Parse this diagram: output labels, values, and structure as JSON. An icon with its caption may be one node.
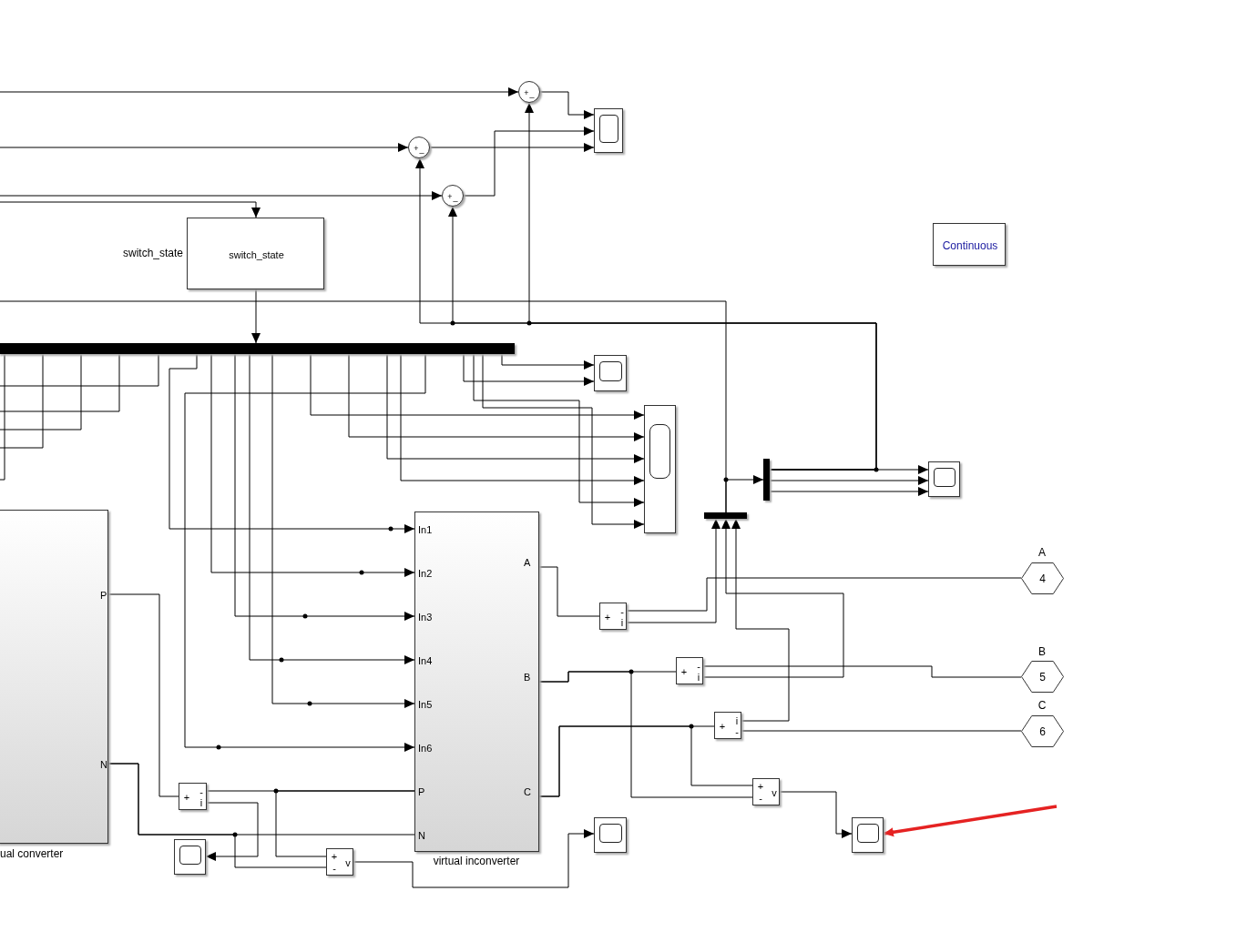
{
  "diagram": {
    "nodes": [
      {
        "text": [
          "+",
          "_"
        ]
      },
      {
        "text": [
          "+",
          "_"
        ]
      },
      {
        "text": [
          "+",
          "_"
        ]
      },
      {
        "text": [],
        "shape": "box"
      },
      {
        "text": [
          "switch_state"
        ],
        "beside": [
          "switch_state"
        ]
      },
      {
        "text": [],
        "shape": "bar"
      },
      {
        "text": [],
        "shape": "box"
      },
      {
        "text": [],
        "shape": "box"
      },
      {
        "text": [],
        "shape": "bar"
      },
      {
        "text": [],
        "shape": "box"
      },
      {
        "text": [],
        "shape": "bar"
      },
      {
        "text": [
          "Continuous"
        ]
      },
      {
        "text": [
          "P",
          "N"
        ],
        "beside": [
          "ual converter"
        ]
      },
      {
        "text": [
          "In1",
          "In2",
          "In3",
          "In4",
          "In5",
          "In6",
          "P",
          "N",
          "A",
          "B",
          "C"
        ],
        "beside": [
          "virtual inconverter"
        ]
      },
      {
        "text": [
          "+",
          "-",
          "i"
        ]
      },
      {
        "text": [
          "+",
          "-",
          "i"
        ]
      },
      {
        "text": [
          "+",
          "i",
          "-"
        ]
      },
      {
        "text": [
          "+",
          "-",
          "v"
        ]
      },
      {
        "text": [],
        "shape": "box"
      },
      {
        "text": [
          "+",
          "-",
          "i"
        ]
      },
      {
        "text": [],
        "shape": "box"
      },
      {
        "text": [
          "+",
          "-",
          "v"
        ]
      },
      {
        "text": [],
        "shape": "box"
      },
      {
        "text": [
          "4"
        ],
        "beside": [
          "A"
        ]
      },
      {
        "text": [
          "5"
        ],
        "beside": [
          "B"
        ]
      },
      {
        "text": [
          "6"
        ],
        "beside": [
          "C"
        ]
      }
    ],
    "edges": [
      {
        "from": null,
        "to": 0,
        "arrow": "to"
      },
      {
        "from": null,
        "to": 1,
        "arrow": "to"
      },
      {
        "from": null,
        "to": 2,
        "arrow": "to"
      },
      {
        "from": null,
        "to": 4,
        "arrow": "to"
      },
      {
        "from": 0,
        "to": 3,
        "arrow": "to"
      },
      {
        "from": 1,
        "to": 3,
        "arrow": "to"
      },
      {
        "from": 2,
        "to": 3,
        "arrow": "to"
      },
      {
        "from": 8,
        "to": 9,
        "arrow": "to"
      },
      {
        "from": 8,
        "to": 9,
        "arrow": "to"
      },
      {
        "from": 8,
        "to": 9,
        "arrow": "to"
      },
      {
        "from": 8,
        "to": 0,
        "arrow": "to"
      },
      {
        "from": 8,
        "to": 1,
        "arrow": "to"
      },
      {
        "from": 8,
        "to": 2,
        "arrow": "to"
      },
      {
        "from": 10,
        "to": 8,
        "arrow": "to"
      },
      {
        "from": 10,
        "to": null,
        "arrow": "none"
      },
      {
        "from": 4,
        "to": 5,
        "arrow": "to"
      },
      {
        "from": 5,
        "to": 6,
        "arrow": "to"
      },
      {
        "from": 5,
        "to": 6,
        "arrow": "to"
      },
      {
        "from": 5,
        "to": null,
        "arrow": "none"
      },
      {
        "from": 5,
        "to": null,
        "arrow": "none"
      },
      {
        "from": 5,
        "to": null,
        "arrow": "none"
      },
      {
        "from": 5,
        "to": null,
        "arrow": "none"
      },
      {
        "from": 5,
        "to": null,
        "arrow": "none"
      },
      {
        "from": 5,
        "to": 13,
        "arrow": "to"
      },
      {
        "from": 5,
        "to": 13,
        "arrow": "to"
      },
      {
        "from": 5,
        "to": 13,
        "arrow": "to"
      },
      {
        "from": 5,
        "to": 13,
        "arrow": "to"
      },
      {
        "from": 5,
        "to": 13,
        "arrow": "to"
      },
      {
        "from": 5,
        "to": 13,
        "arrow": "to"
      },
      {
        "from": 5,
        "to": 7,
        "arrow": "to"
      },
      {
        "from": 5,
        "to": 7,
        "arrow": "to"
      },
      {
        "from": 5,
        "to": 7,
        "arrow": "to"
      },
      {
        "from": 5,
        "to": 7,
        "arrow": "to"
      },
      {
        "from": 5,
        "to": 7,
        "arrow": "to"
      },
      {
        "from": 5,
        "to": 7,
        "arrow": "to"
      },
      {
        "from": 12,
        "to": 19,
        "arrow": "none"
      },
      {
        "from": 19,
        "to": 13,
        "arrow": "none"
      },
      {
        "from": 19,
        "to": 20,
        "arrow": "to"
      },
      {
        "from": 12,
        "to": 13,
        "arrow": "none"
      },
      {
        "from": 13,
        "to": 21,
        "arrow": "none"
      },
      {
        "from": 12,
        "to": 21,
        "arrow": "none"
      },
      {
        "from": 21,
        "to": 22,
        "arrow": "to"
      },
      {
        "from": 13,
        "to": 14,
        "arrow": "none"
      },
      {
        "from": 14,
        "to": 23,
        "arrow": "none"
      },
      {
        "from": 14,
        "to": 10,
        "arrow": "to"
      },
      {
        "from": 13,
        "to": 15,
        "arrow": "none"
      },
      {
        "from": 15,
        "to": 24,
        "arrow": "none"
      },
      {
        "from": 15,
        "to": 10,
        "arrow": "to"
      },
      {
        "from": 13,
        "to": 16,
        "arrow": "none"
      },
      {
        "from": 16,
        "to": 25,
        "arrow": "none"
      },
      {
        "from": 16,
        "to": 10,
        "arrow": "to"
      },
      {
        "from": 13,
        "to": 17,
        "arrow": "none"
      },
      {
        "from": 13,
        "to": 17,
        "arrow": "none"
      },
      {
        "from": 17,
        "to": 18,
        "arrow": "to"
      },
      {
        "from": null,
        "to": 18,
        "arrow": "to",
        "style": "thick",
        "color": "#e52222"
      }
    ]
  }
}
